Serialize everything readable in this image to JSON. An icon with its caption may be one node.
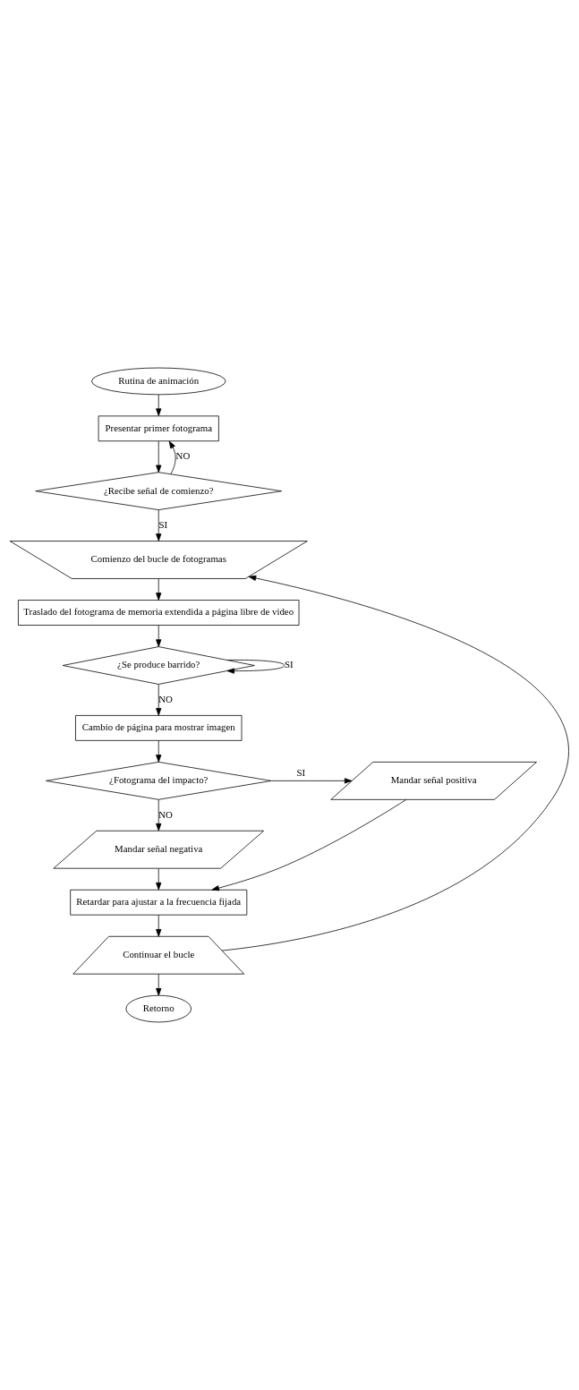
{
  "diagram": {
    "nodes": [
      {
        "text": [
          "Rutina de animación"
        ]
      },
      {
        "text": [
          "Presentar primer fotograma"
        ]
      },
      {
        "text": [
          "¿Recibe señal de comienzo?"
        ]
      },
      {
        "text": [
          "Comienzo del bucle de fotogramas"
        ]
      },
      {
        "text": [
          "Traslado del fotograma de memoria extendida a página libre de video"
        ]
      },
      {
        "text": [
          "¿Se produce barrido?"
        ]
      },
      {
        "text": [
          "Cambio de página para mostrar imagen"
        ]
      },
      {
        "text": [
          "¿Fotograma del impacto?"
        ]
      },
      {
        "text": [
          "Mandar señal positiva"
        ]
      },
      {
        "text": [
          "Mandar señal negativa"
        ]
      },
      {
        "text": [
          "Retardar para ajustar a la frecuencia fijada"
        ]
      },
      {
        "text": [
          "Continuar el bucle"
        ]
      },
      {
        "text": [
          "Retorno"
        ]
      }
    ],
    "edges": [
      {
        "from": 0,
        "to": 1,
        "arrow": "to"
      },
      {
        "from": 1,
        "to": 2,
        "arrow": "to"
      },
      {
        "from": 2,
        "to": 1,
        "arrow": "to",
        "label": "NO"
      },
      {
        "from": 2,
        "to": 3,
        "arrow": "to",
        "label": "SI"
      },
      {
        "from": 3,
        "to": 4,
        "arrow": "to"
      },
      {
        "from": 4,
        "to": 5,
        "arrow": "to"
      },
      {
        "from": 5,
        "to": 5,
        "arrow": "to",
        "label": "SI"
      },
      {
        "from": 5,
        "to": 6,
        "arrow": "to",
        "label": "NO"
      },
      {
        "from": 6,
        "to": 7,
        "arrow": "to"
      },
      {
        "from": 7,
        "to": 8,
        "arrow": "to",
        "label": "SI"
      },
      {
        "from": 7,
        "to": 9,
        "arrow": "to",
        "label": "NO"
      },
      {
        "from": 9,
        "to": 10,
        "arrow": "to"
      },
      {
        "from": 8,
        "to": 10,
        "arrow": "to"
      },
      {
        "from": 10,
        "to": 11,
        "arrow": "to"
      },
      {
        "from": 11,
        "to": 3,
        "arrow": "to"
      },
      {
        "from": 11,
        "to": 12,
        "arrow": "to"
      }
    ]
  }
}
